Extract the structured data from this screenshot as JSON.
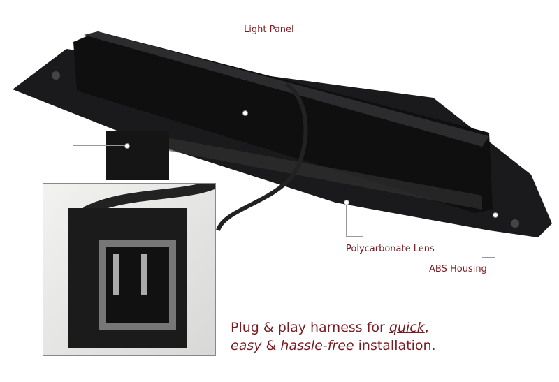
{
  "labels": {
    "light_panel": "Light Panel",
    "lens": "Polycarbonate Lens",
    "housing": "ABS Housing"
  },
  "tagline": {
    "t1": "Plug & play harness for ",
    "quick": "quick",
    "t2": ",",
    "easy": "easy",
    "t3": " & ",
    "hassle": "hassle-free",
    "t4": " installation."
  },
  "colors": {
    "accent": "#7b1c22",
    "line": "#999999"
  }
}
